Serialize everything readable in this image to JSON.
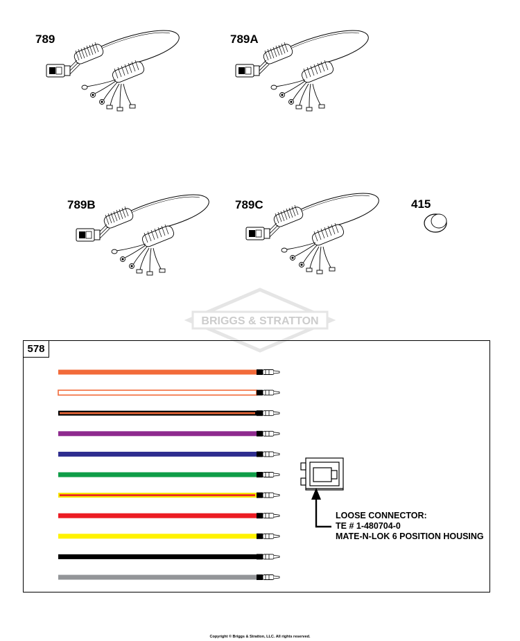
{
  "parts": {
    "p789": "789",
    "p789a": "789A",
    "p789b": "789B",
    "p789c": "789C",
    "p415": "415",
    "p578": "578"
  },
  "watermark": "BRIGGS & STRATTON",
  "connector_note": {
    "line1": "LOOSE CONNECTOR:",
    "line2": "TE # 1-480704-0",
    "line3": "MATE-N-LOK 6 POSITION HOUSING"
  },
  "wires": [
    {
      "name": "orange",
      "color": "#f26b3a",
      "style": "solid"
    },
    {
      "name": "orange-outline",
      "color": "#f26b3a",
      "style": "outline"
    },
    {
      "name": "black-orange",
      "color": "#f26b3a",
      "style": "black-stripe"
    },
    {
      "name": "purple",
      "color": "#8e2a8e",
      "style": "solid"
    },
    {
      "name": "blue",
      "color": "#2e2d8f",
      "style": "solid"
    },
    {
      "name": "green",
      "color": "#0f9d48",
      "style": "solid"
    },
    {
      "name": "yellow-red",
      "color": "#f5e600",
      "style": "red-stripe"
    },
    {
      "name": "red",
      "color": "#ec1c24",
      "style": "solid"
    },
    {
      "name": "yellow",
      "color": "#fff200",
      "style": "solid"
    },
    {
      "name": "black",
      "color": "#000000",
      "style": "solid"
    },
    {
      "name": "gray",
      "color": "#939598",
      "style": "solid"
    }
  ],
  "copyright": "Copyright © Briggs & Stratton, LLC. All rights reserved."
}
